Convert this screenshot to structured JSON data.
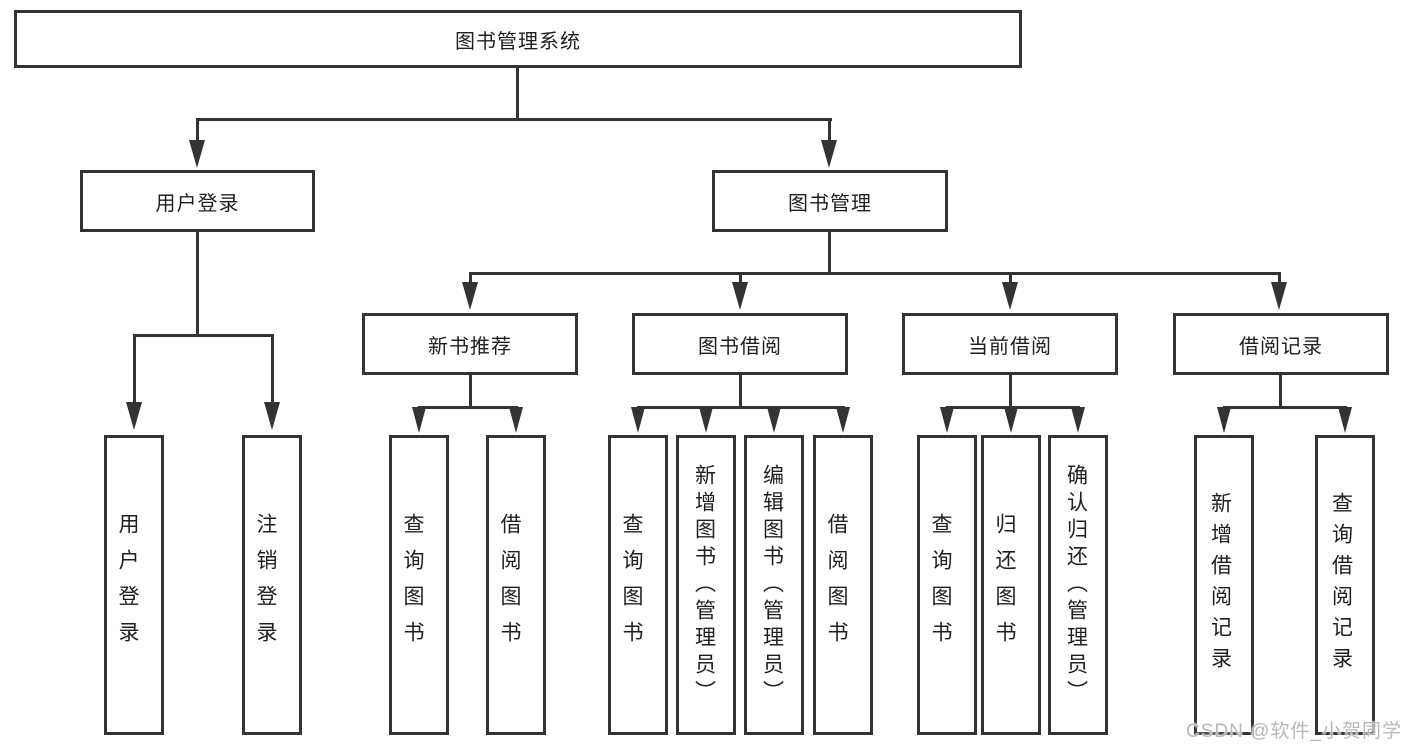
{
  "diagram": {
    "title": "图书管理系统",
    "root": {
      "label": "图书管理系统"
    },
    "branches": [
      {
        "label": "用户登录",
        "children": [
          {
            "label": "用户登录"
          },
          {
            "label": "注销登录"
          }
        ]
      },
      {
        "label": "图书管理",
        "groups": [
          {
            "label": "新书推荐",
            "children": [
              {
                "label": "查询图书"
              },
              {
                "label": "借阅图书"
              }
            ]
          },
          {
            "label": "图书借阅",
            "children": [
              {
                "label": "查询图书"
              },
              {
                "label": "新增图书（管理员）"
              },
              {
                "label": "编辑图书（管理员）"
              },
              {
                "label": "借阅图书"
              }
            ]
          },
          {
            "label": "当前借阅",
            "children": [
              {
                "label": "查询图书"
              },
              {
                "label": "归还图书"
              },
              {
                "label": "确认归还（管理员）"
              }
            ]
          },
          {
            "label": "借阅记录",
            "children": [
              {
                "label": "新增借阅记录"
              },
              {
                "label": "查询借阅记录"
              }
            ]
          }
        ]
      }
    ]
  },
  "watermark": {
    "text": "CSDN @软件_小贺同学"
  },
  "colors": {
    "line": "#333333",
    "text": "#1f1f1f",
    "watermark": "#b8b8b8",
    "background": "#ffffff"
  }
}
